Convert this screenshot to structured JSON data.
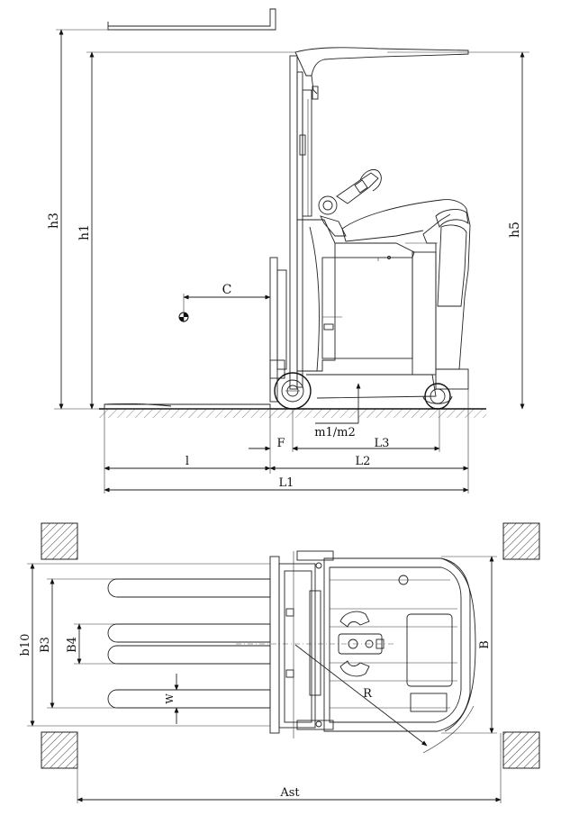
{
  "side_view": {
    "labels": {
      "h3": "h3",
      "h1": "h1",
      "h5": "h5",
      "C": "C",
      "F": "F",
      "L3": "L3",
      "m1m2": "m1/m2",
      "l": "l",
      "L2": "L2",
      "L1": "L1"
    }
  },
  "top_view": {
    "labels": {
      "b10": "b10",
      "B3": "B3",
      "B4": "B4",
      "B": "B",
      "R": "R",
      "W": "W",
      "Ast": "Ast"
    }
  }
}
